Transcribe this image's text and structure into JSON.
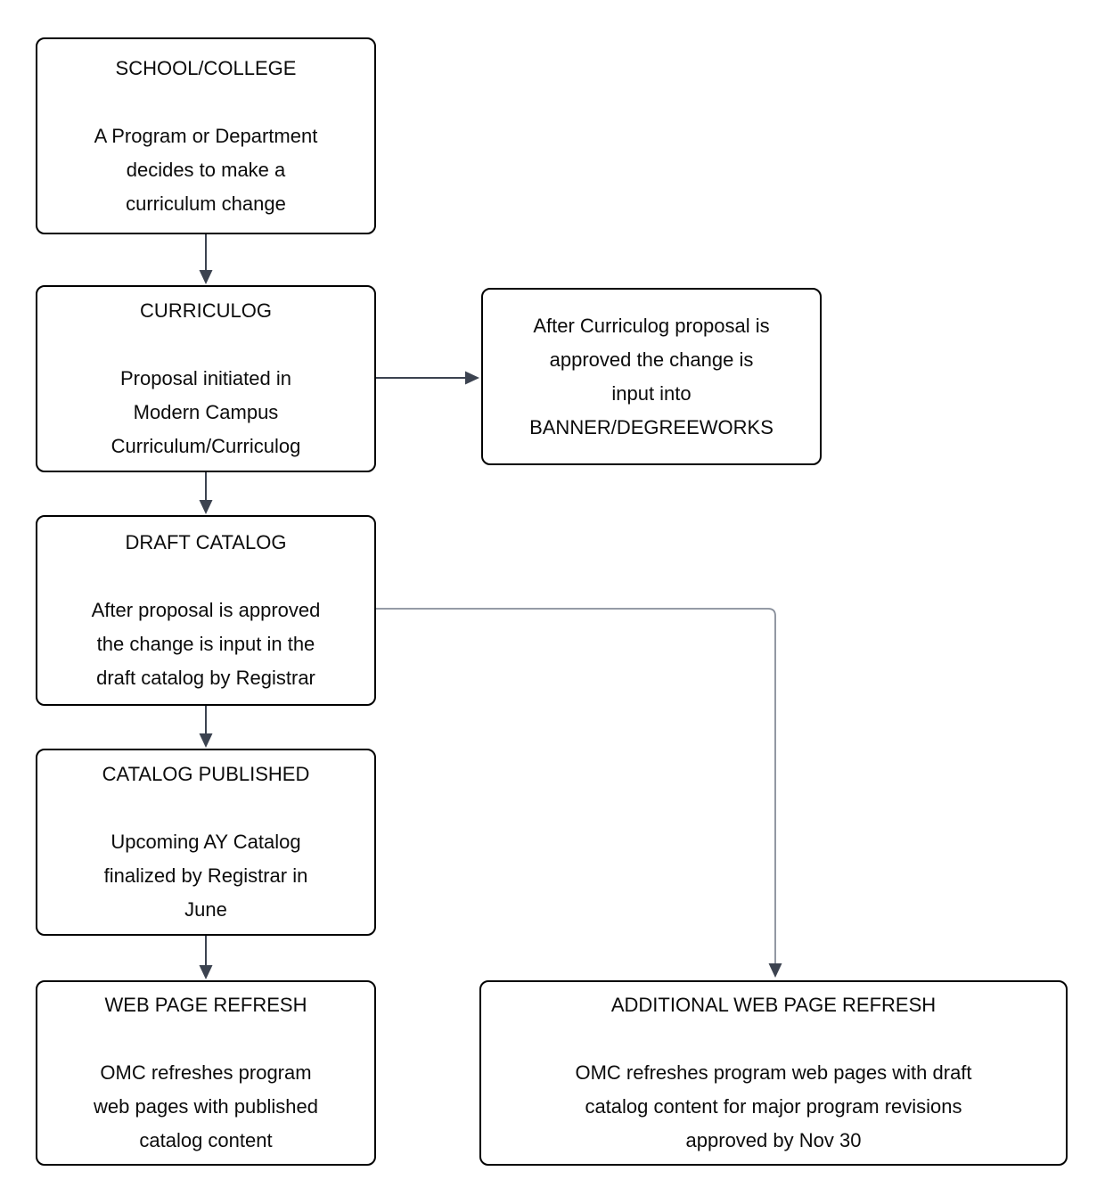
{
  "diagram": {
    "title": "Curriculum change / catalog publication flowchart",
    "colors": {
      "box_border": "#000000",
      "box_fill": "#ffffff",
      "text": "#0c0c0c",
      "arrow_line": "#3c4350",
      "arrow_head": "#3c4350",
      "connector_line": "#868d99",
      "background": "#ffffff"
    },
    "boxes": [
      {
        "id": "school-college",
        "title": "SCHOOL/COLLEGE",
        "body": "A Program or Department\ndecides to make a\ncurriculum change"
      },
      {
        "id": "curriculog",
        "title": "CURRICULOG",
        "body": "Proposal initiated in\nModern Campus\nCurriculum/Curriculog"
      },
      {
        "id": "banner-degreeworks",
        "title": "",
        "body": "After Curriculog proposal is\napproved the change is\ninput into\nBANNER/DEGREEWORKS"
      },
      {
        "id": "draft-catalog",
        "title": "DRAFT CATALOG",
        "body": "After proposal is approved\nthe change is input in the\ndraft catalog by Registrar"
      },
      {
        "id": "catalog-published",
        "title": "CATALOG PUBLISHED",
        "body": "Upcoming AY Catalog\nfinalized by Registrar in\nJune"
      },
      {
        "id": "web-page-refresh",
        "title": "WEB PAGE REFRESH",
        "body": "OMC refreshes program\nweb pages with published\ncatalog content"
      },
      {
        "id": "additional-web-page-refresh",
        "title": "ADDITIONAL WEB PAGE REFRESH",
        "body": "OMC refreshes program web pages with draft\ncatalog content for major program revisions\napproved by Nov 30"
      }
    ],
    "edges": [
      {
        "from": "school-college",
        "to": "curriculog"
      },
      {
        "from": "curriculog",
        "to": "banner-degreeworks"
      },
      {
        "from": "curriculog",
        "to": "draft-catalog"
      },
      {
        "from": "draft-catalog",
        "to": "catalog-published"
      },
      {
        "from": "draft-catalog",
        "to": "additional-web-page-refresh"
      },
      {
        "from": "catalog-published",
        "to": "web-page-refresh"
      }
    ]
  }
}
